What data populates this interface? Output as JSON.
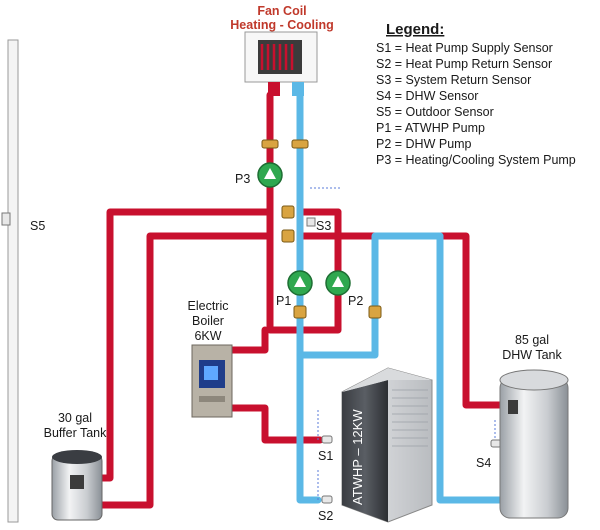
{
  "fan_coil": {
    "line1": "Fan Coil",
    "line2": "Heating - Cooling"
  },
  "legend": {
    "title": "Legend:",
    "items": [
      "S1 = Heat Pump Supply Sensor",
      "S2 = Heat Pump Return Sensor",
      "S3 = System Return Sensor",
      "S4 = DHW Sensor",
      "S5 = Outdoor Sensor",
      "P1 = ATWHP Pump",
      "P2 = DHW Pump",
      "P3 = Heating/Cooling System Pump"
    ]
  },
  "components": {
    "boiler": {
      "line1": "Electric",
      "line2": "Boiler",
      "line3": "6KW"
    },
    "dhw_tank": {
      "line1": "85 gal",
      "line2": "DHW Tank"
    },
    "buffer_tank": {
      "line1": "30 gal",
      "line2": "Buffer Tank"
    },
    "heat_pump": {
      "label": "ATWHP – 12KW"
    }
  },
  "labels": {
    "p1": "P1",
    "p2": "P2",
    "p3": "P3",
    "s1": "S1",
    "s2": "S2",
    "s3": "S3",
    "s4": "S4",
    "s5": "S5"
  },
  "colors": {
    "supply": "#c8102e",
    "return": "#5bb8e6"
  }
}
